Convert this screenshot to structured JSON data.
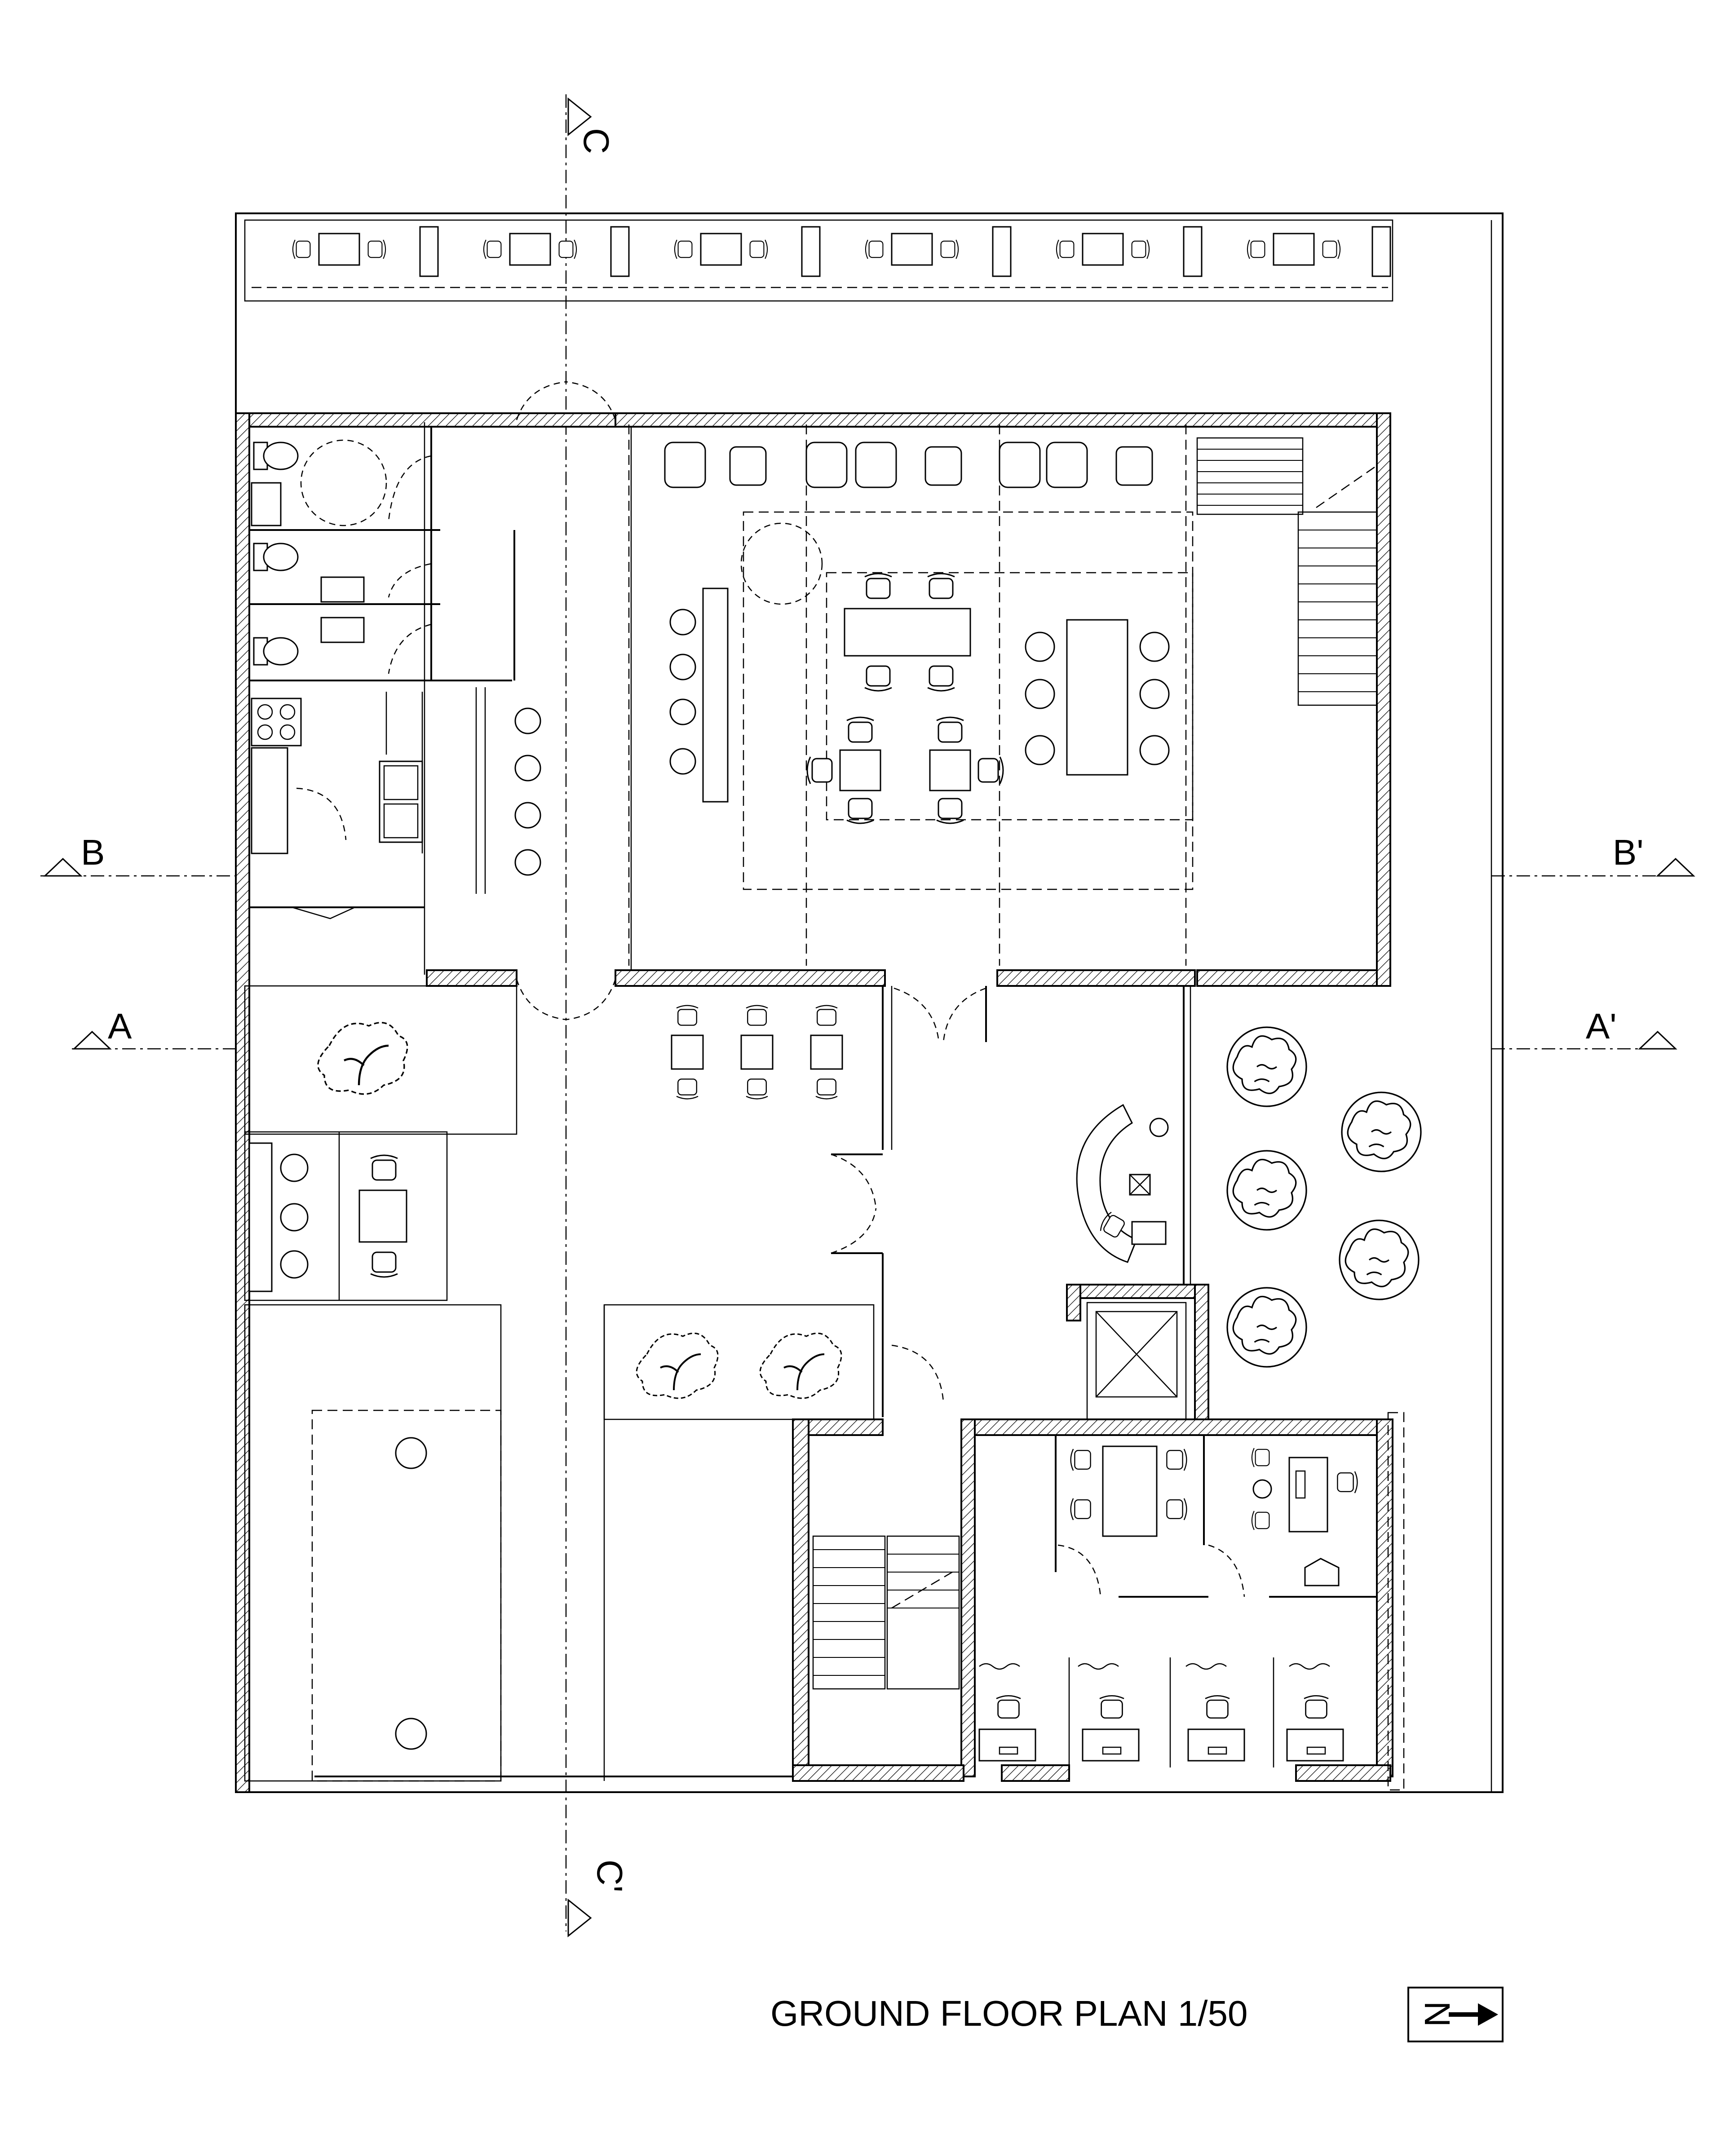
{
  "drawing": {
    "title": "GROUND FLOOR PLAN 1/50",
    "north_arrow_label": "N"
  },
  "section_markers": [
    {
      "id": "C",
      "label": "C"
    },
    {
      "id": "C-prime",
      "label": "C'"
    },
    {
      "id": "B",
      "label": "B"
    },
    {
      "id": "B-prime",
      "label": "B'"
    },
    {
      "id": "A",
      "label": "A"
    },
    {
      "id": "A-prime",
      "label": "A'"
    }
  ],
  "colors": {
    "line": "#000000",
    "background": "#ffffff",
    "hatch": "#000000"
  }
}
